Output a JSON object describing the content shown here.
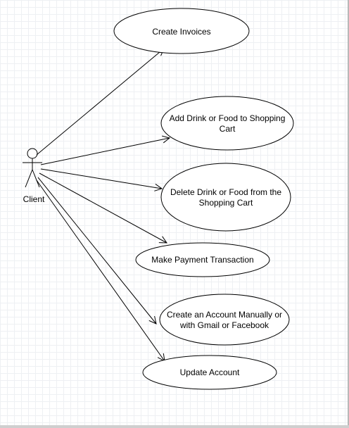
{
  "actor": {
    "name": "Client"
  },
  "use_cases": [
    {
      "id": "create-invoices",
      "label": "Create Invoices"
    },
    {
      "id": "add-to-cart",
      "label": "Add Drink or Food to Shopping\nCart"
    },
    {
      "id": "delete-from-cart",
      "label": "Delete Drink or Food from the\nShopping Cart"
    },
    {
      "id": "make-payment",
      "label": "Make Payment Transaction"
    },
    {
      "id": "create-account",
      "label": "Create an Account Manually or\nwith Gmail or Facebook"
    },
    {
      "id": "update-account",
      "label": "Update  Account"
    }
  ],
  "colors": {
    "stroke": "#000000",
    "fill": "#ffffff"
  }
}
